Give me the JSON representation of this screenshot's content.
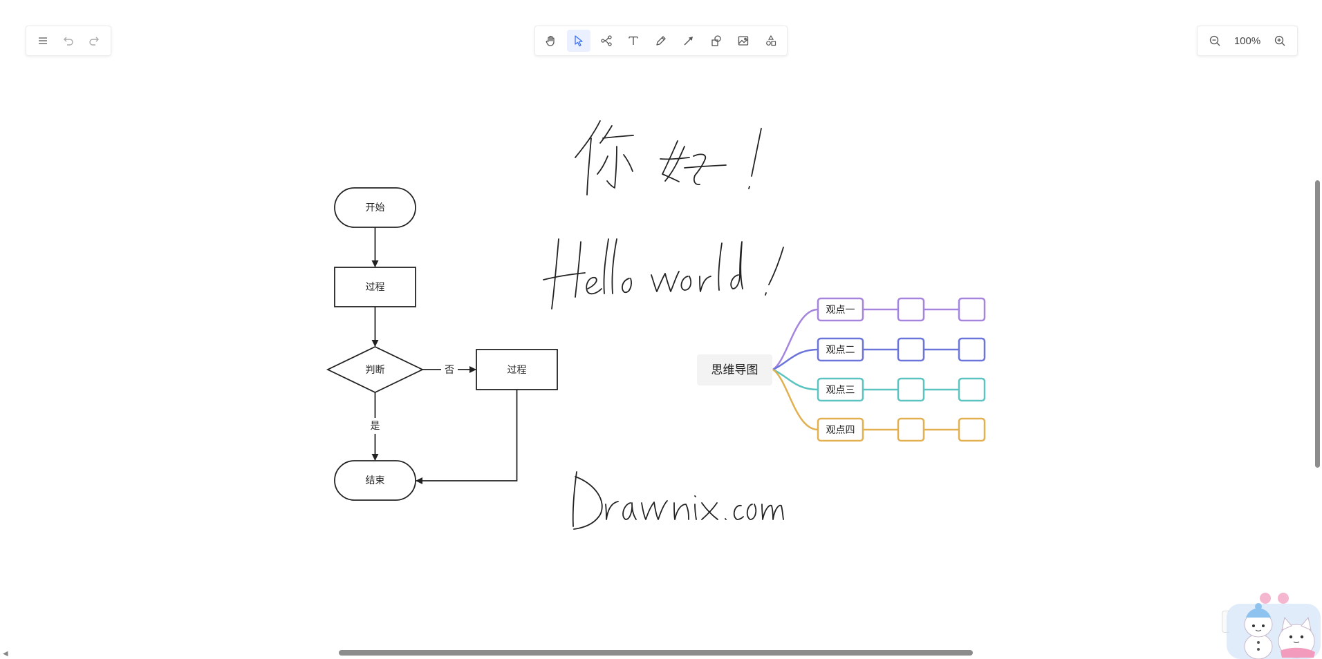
{
  "toolbars": {
    "left": {
      "items": [
        {
          "name": "menu-icon"
        },
        {
          "name": "undo-icon"
        },
        {
          "name": "redo-icon"
        }
      ]
    },
    "center": {
      "items": [
        {
          "name": "hand-icon"
        },
        {
          "name": "select-pointer-icon",
          "active": true
        },
        {
          "name": "mindmap-icon"
        },
        {
          "name": "text-icon"
        },
        {
          "name": "pencil-icon"
        },
        {
          "name": "arrow-icon"
        },
        {
          "name": "shape-icon"
        },
        {
          "name": "image-icon"
        },
        {
          "name": "more-shapes-icon"
        }
      ]
    },
    "right": {
      "zoom_out_icon": "zoom-out-icon",
      "zoom_label": "100%",
      "zoom_in_icon": "zoom-in-icon"
    }
  },
  "flowchart": {
    "start": "开始",
    "process1": "过程",
    "decision": "判断",
    "no_label": "否",
    "process2": "过程",
    "yes_label": "是",
    "end": "结束"
  },
  "handwriting": {
    "greeting_cn": "你好！",
    "greeting_en": "Hello world !",
    "site": "Drawnix.com"
  },
  "mindmap": {
    "root": "思维导图",
    "branches": [
      {
        "label": "观点一",
        "color": "#a584de"
      },
      {
        "label": "观点二",
        "color": "#6b74d9"
      },
      {
        "label": "观点三",
        "color": "#5bc3c0"
      },
      {
        "label": "观点四",
        "color": "#e2b04f"
      }
    ]
  },
  "colors": {
    "accent": "#3a6ff5",
    "stroke": "#222222"
  }
}
